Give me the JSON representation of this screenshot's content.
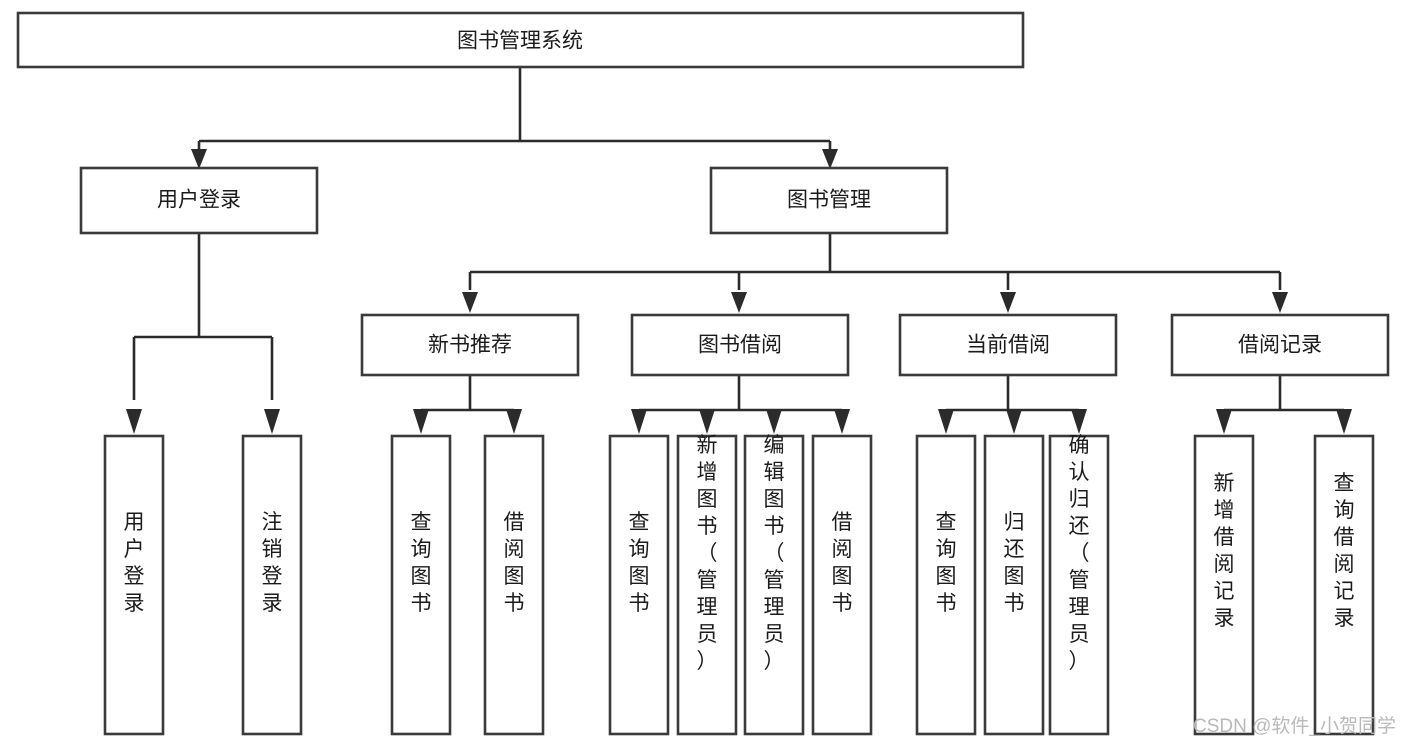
{
  "diagram": {
    "title": "图书管理系统",
    "type": "tree-hierarchy",
    "root": {
      "label": "图书管理系统",
      "orientation": "horizontal"
    },
    "level2": [
      {
        "label": "用户登录",
        "orientation": "horizontal"
      },
      {
        "label": "图书管理",
        "orientation": "horizontal"
      }
    ],
    "level3": [
      {
        "label": "新书推荐",
        "orientation": "horizontal"
      },
      {
        "label": "图书借阅",
        "orientation": "horizontal"
      },
      {
        "label": "当前借阅",
        "orientation": "horizontal"
      },
      {
        "label": "借阅记录",
        "orientation": "horizontal"
      }
    ],
    "leaves": {
      "user_login": [
        {
          "label": "用户登录",
          "orientation": "vertical"
        },
        {
          "label": "注销登录",
          "orientation": "vertical"
        }
      ],
      "new_book_recommend": [
        {
          "label": "查询图书",
          "orientation": "vertical"
        },
        {
          "label": "借阅图书",
          "orientation": "vertical"
        }
      ],
      "book_borrow": [
        {
          "label": "查询图书",
          "orientation": "vertical"
        },
        {
          "label": "新增图书（管理员）",
          "orientation": "vertical"
        },
        {
          "label": "编辑图书（管理员）",
          "orientation": "vertical"
        },
        {
          "label": "借阅图书",
          "orientation": "vertical"
        }
      ],
      "current_borrow": [
        {
          "label": "查询图书",
          "orientation": "vertical"
        },
        {
          "label": "归还图书",
          "orientation": "vertical"
        },
        {
          "label": "确认归还（管理员）",
          "orientation": "vertical"
        }
      ],
      "borrow_record": [
        {
          "label": "新增借阅记录",
          "orientation": "vertical"
        },
        {
          "label": "查询借阅记录",
          "orientation": "vertical"
        }
      ]
    }
  },
  "watermark": {
    "text": "CSDN @软件_小贺同学"
  },
  "colors": {
    "box_stroke": "#3a3a3a",
    "box_fill": "#ffffff",
    "connector": "#2b2b2b",
    "text": "#1b1b1b",
    "watermark": "#b9b9b9",
    "background": "#ffffff"
  }
}
